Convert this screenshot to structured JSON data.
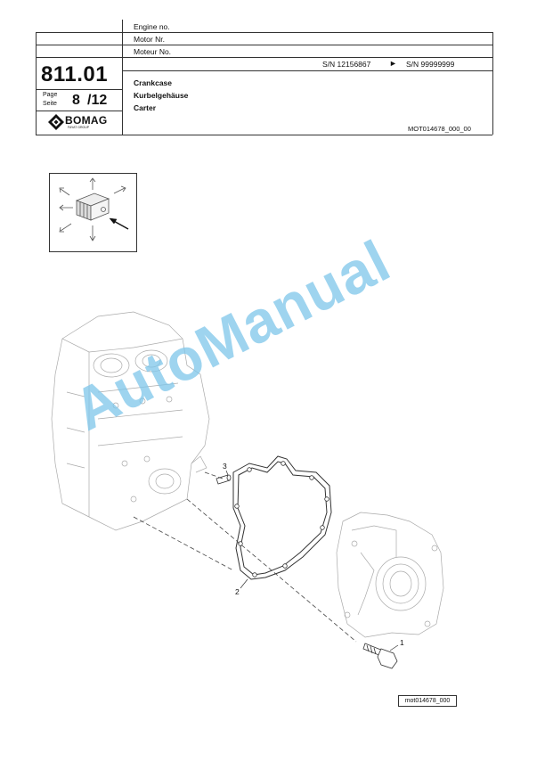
{
  "header": {
    "engine_no_label": "Engine no.",
    "motor_nr_label": "Motor Nr.",
    "moteur_no_label": "Moteur No.",
    "serial_from": "S/N 12156867",
    "serial_arrow": "►",
    "serial_to": "S/N 99999999",
    "section_number": "811.01",
    "page_label_en": "Page",
    "page_label_de": "Seite",
    "page_current": "8",
    "page_total": "/12",
    "title_en": "Crankcase",
    "title_de": "Kurbelgehäuse",
    "title_fr": "Carter",
    "doc_code": "MOT014678_000_00",
    "brand": "BOMAG",
    "brand_sub": "FAYAT GROUP"
  },
  "watermark": "AutoManual",
  "figure": {
    "callouts": [
      "1",
      "2",
      "3"
    ],
    "figure_code": "mot014678_000"
  }
}
